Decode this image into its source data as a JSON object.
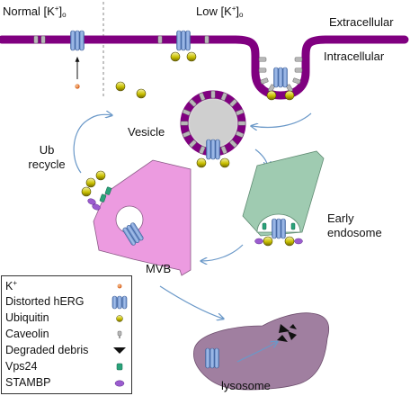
{
  "labels": {
    "normal_prefix": "Normal [K",
    "normal_sup": "+",
    "normal_suffix": "]",
    "normal_sub": "o",
    "low_prefix": "Low  [K",
    "low_sup": "+",
    "low_suffix": "]",
    "low_sub": "o",
    "extracellular": "Extracellular",
    "intracellular": "Intracellular",
    "vesicle": "Vesicle",
    "ub_recycle_line1": "Ub",
    "ub_recycle_line2": "recycle",
    "early_line1": "Early",
    "early_line2": "endosome",
    "mvb": "MVB",
    "lysosome": "lysosome"
  },
  "legend": {
    "items": [
      {
        "label": "K",
        "sup": "+",
        "icon": "potassium-ion-icon",
        "color": "#e86a1c"
      },
      {
        "label": "Distorted hERG",
        "icon": "herg-channel-icon",
        "color": "#86a9de"
      },
      {
        "label": "Ubiquitin",
        "icon": "ubiquitin-icon",
        "color": "#c8c800"
      },
      {
        "label": "Caveolin",
        "icon": "caveolin-icon",
        "color": "#a8a8a8"
      },
      {
        "label": "Degraded debris",
        "icon": "debris-icon",
        "color": "#111111"
      },
      {
        "label": "Vps24",
        "icon": "vps24-icon",
        "color": "#2aa37a"
      },
      {
        "label": "STAMBP",
        "icon": "stambp-icon",
        "color": "#9b5ccf"
      }
    ]
  },
  "colors": {
    "membrane": "#800080",
    "herg": "#86a9de",
    "ubiquitin": "#c8c800",
    "caveolin": "#b0b0b0",
    "mvb_fill": "#ec9be0",
    "endosome_fill": "#9fcbb1",
    "lysosome_fill": "#a07fa0",
    "arrow": "#6a98c8"
  }
}
